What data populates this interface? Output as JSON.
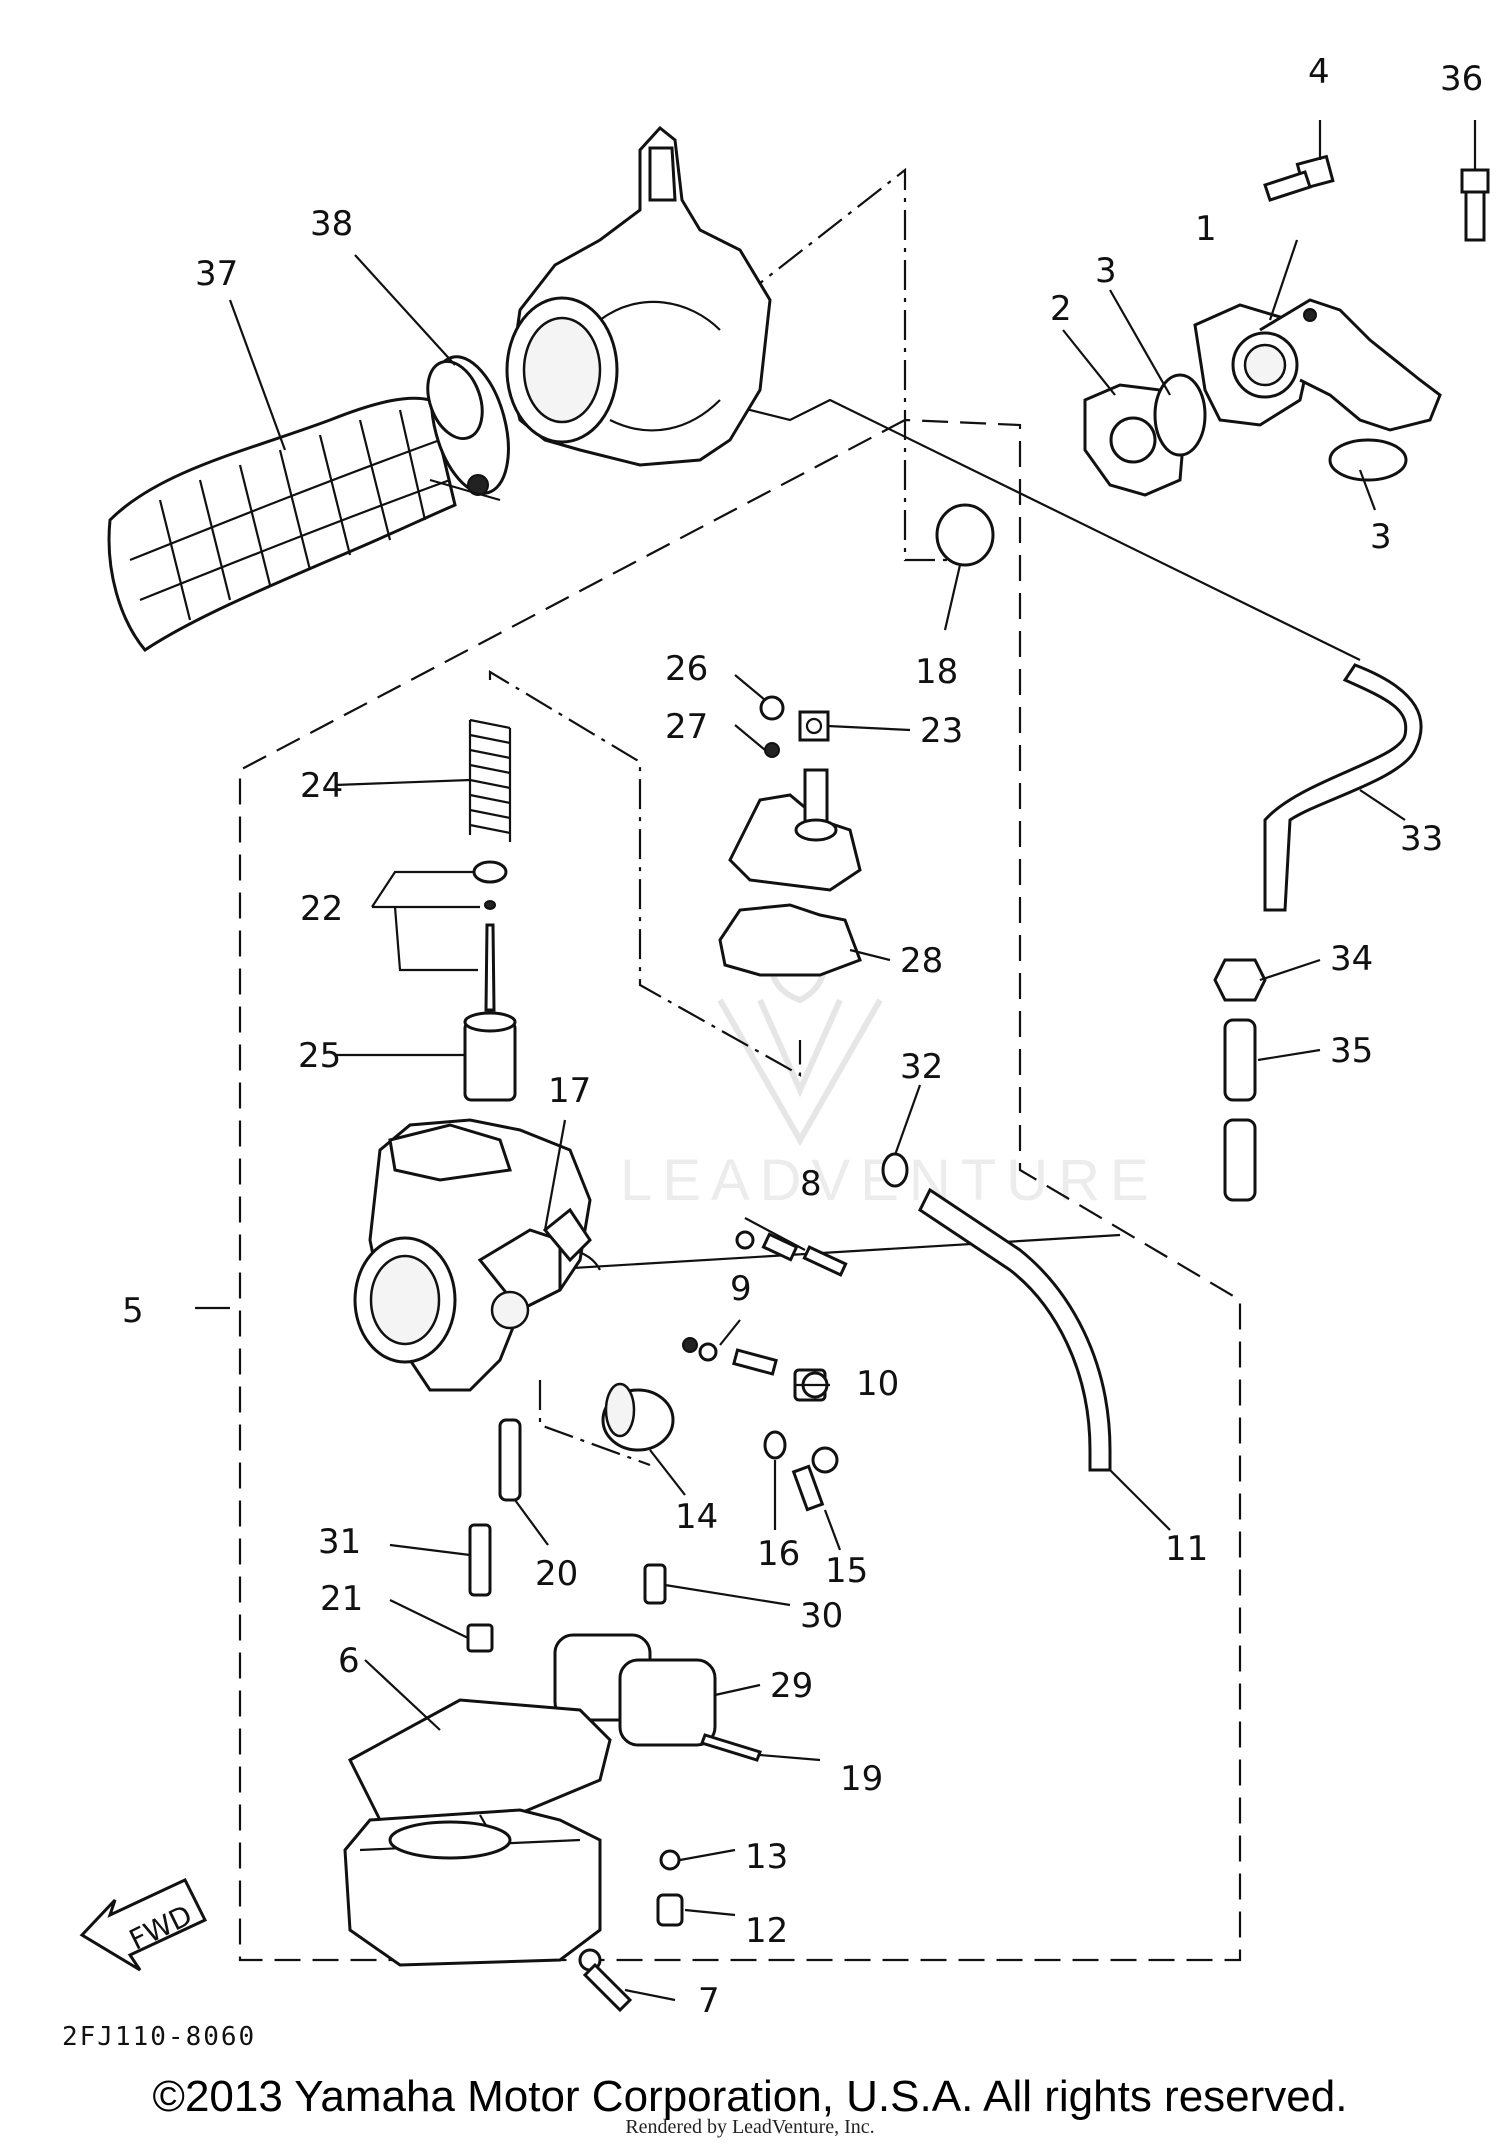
{
  "diagram": {
    "callouts": {
      "c1": "1",
      "c2": "2",
      "c3a": "3",
      "c3b": "3",
      "c4": "4",
      "c5": "5",
      "c6": "6",
      "c7": "7",
      "c8": "8",
      "c9": "9",
      "c10": "10",
      "c11": "11",
      "c12": "12",
      "c13": "13",
      "c14": "14",
      "c15": "15",
      "c16": "16",
      "c17": "17",
      "c18": "18",
      "c19": "19",
      "c20": "20",
      "c21": "21",
      "c22": "22",
      "c23": "23",
      "c24": "24",
      "c25": "25",
      "c26": "26",
      "c27": "27",
      "c28": "28",
      "c29": "29",
      "c30": "30",
      "c31": "31",
      "c32": "32",
      "c33": "33",
      "c34": "34",
      "c35": "35",
      "c36": "36",
      "c37": "37",
      "c38": "38"
    },
    "fwd_label": "FWD",
    "drawing_code": "2FJ110-8060"
  },
  "watermark": "LEADVENTURE",
  "footer": {
    "copyright": "©2013 Yamaha Motor Corporation, U.S.A. All rights reserved.",
    "rendered_by": "Rendered by LeadVenture, Inc."
  }
}
